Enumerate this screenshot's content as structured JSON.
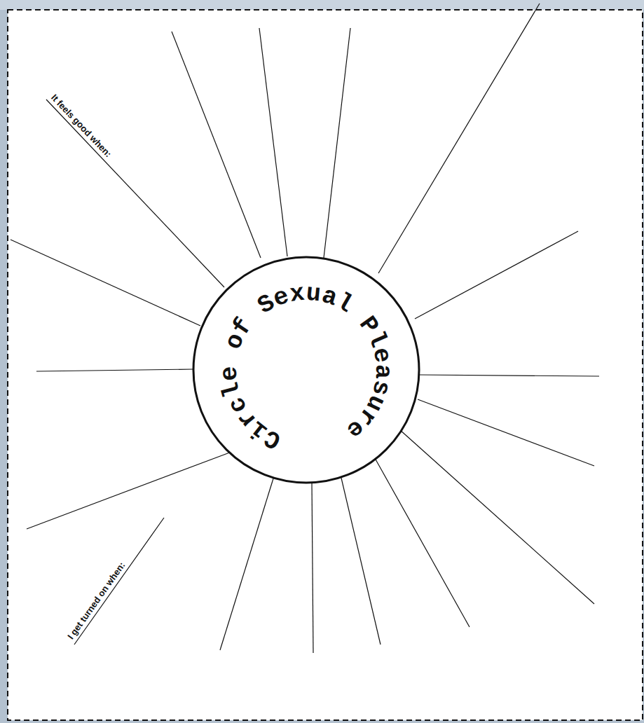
{
  "diagram": {
    "nodes": [
      {
        "text": [
          "Circle of Sexual Pleasure"
        ]
      }
    ],
    "labels": [
      "It feels good when:",
      "I get turned on when:"
    ]
  }
}
